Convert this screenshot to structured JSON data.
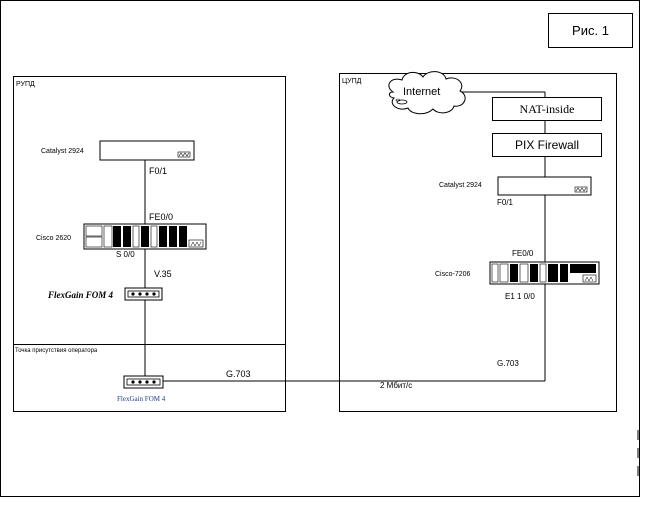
{
  "figure": {
    "caption": "Рис. 1"
  },
  "left_zone": {
    "title": "РУПД",
    "subzone_title": "Точка присутствия оператора",
    "switch_label": "Catalyst 2924",
    "switch_port": "F0/1",
    "router_label": "Cisco 2620",
    "router_port_fe": "FE0/0",
    "router_port_serial": "S 0/0",
    "link_label": "V.35",
    "modem_top_label": "FlexGain FOM 4",
    "modem_bottom_label": "FlexGain FOM 4",
    "line_label": "G.703"
  },
  "right_zone": {
    "title": "ЦУПД",
    "cloud_label": "Internet",
    "nat_label": "NAT-inside",
    "firewall_label": "PIX Firewall",
    "switch_label": "Catalyst 2924",
    "switch_port": "F0/1",
    "router_label": "Cisco-7206",
    "router_port_fe": "FE0/0",
    "router_port_e1": "E1 1 0/0",
    "line_label": "G.703"
  },
  "link": {
    "speed_label": "2 Мбит/с"
  },
  "colors": {
    "line": "#000000",
    "modem_label": "#1f3a8a"
  }
}
